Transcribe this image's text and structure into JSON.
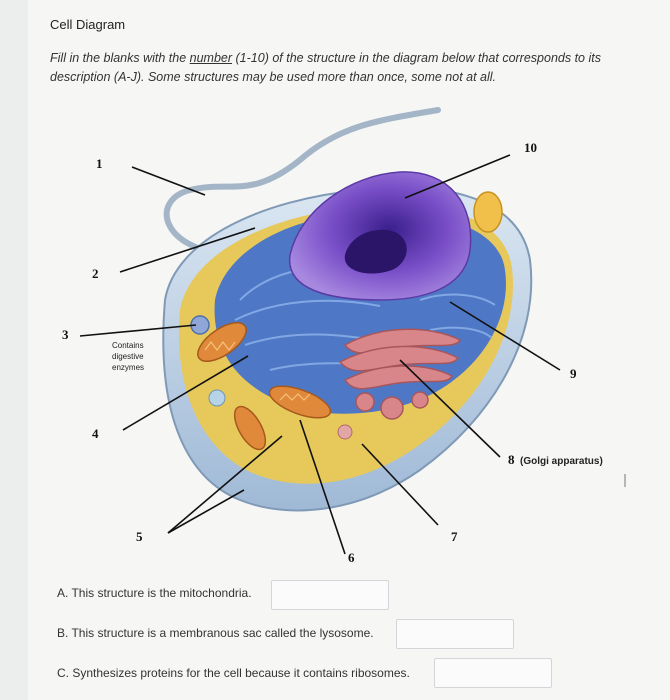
{
  "header": {
    "title": "Cell Diagram",
    "instructions": {
      "prefix": "Fill in the blanks with the ",
      "underlined": "number",
      "suffix": " (1-10) of the structure in the diagram below that corresponds to its description (A-J). Some structures may be used more than once, some not at all."
    }
  },
  "diagram": {
    "labels": {
      "l1": "1",
      "l2": "2",
      "l3": "3",
      "l4": "4",
      "l5": "5",
      "l6": "6",
      "l7": "7",
      "l8": "8",
      "l8note": "(Golgi apparatus)",
      "l9": "9",
      "l10": "10"
    },
    "annotation": [
      "Contains",
      "digestive",
      "enzymes"
    ]
  },
  "questions": [
    {
      "letter": "A.",
      "text": "This structure is the mitochondria.",
      "answer": ""
    },
    {
      "letter": "B.",
      "text": "This structure is a membranous sac called the lysosome.",
      "answer": ""
    },
    {
      "letter": "C.",
      "text": "Synthesizes proteins for the cell because it contains ribosomes.",
      "answer": ""
    }
  ],
  "colors": {
    "membrane": "#c9dcec",
    "cytoplasm": "#e6c95a",
    "er": "#3d6fd0",
    "nucleus": "#7a4fc8",
    "golgi": "#d9868a",
    "mitochondria": "#e0893a"
  }
}
